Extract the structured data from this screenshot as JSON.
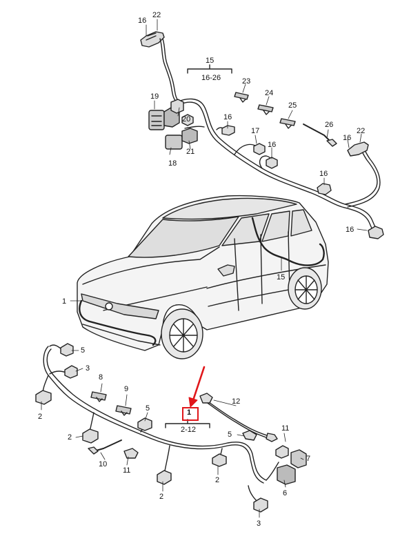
{
  "diagram": {
    "accent_color": "#e0161a",
    "highlighted_callout": "1",
    "callouts": {
      "c16a": "16",
      "c22a": "22",
      "c15top": "15",
      "c15range": "16-26",
      "c23": "23",
      "c24": "24",
      "c25": "25",
      "c19": "19",
      "c20": "20",
      "c16b": "16",
      "c17": "17",
      "c16c": "16",
      "c26": "26",
      "c16d": "16",
      "c22b": "22",
      "c21": "21",
      "c18": "18",
      "c16e": "16",
      "c16f": "16",
      "c15car": "15",
      "c1left": "1",
      "c5a": "5",
      "c3a": "3",
      "c8": "8",
      "c9": "9",
      "c2a": "2",
      "c5b": "5",
      "c1main": "1",
      "c12": "12",
      "c2range": "2-12",
      "c2b": "2",
      "c11a": "11",
      "c5c": "5",
      "c7": "7",
      "c10": "10",
      "c11b": "11",
      "c2c": "2",
      "c6": "6",
      "c2d": "2",
      "c3b": "3"
    }
  }
}
